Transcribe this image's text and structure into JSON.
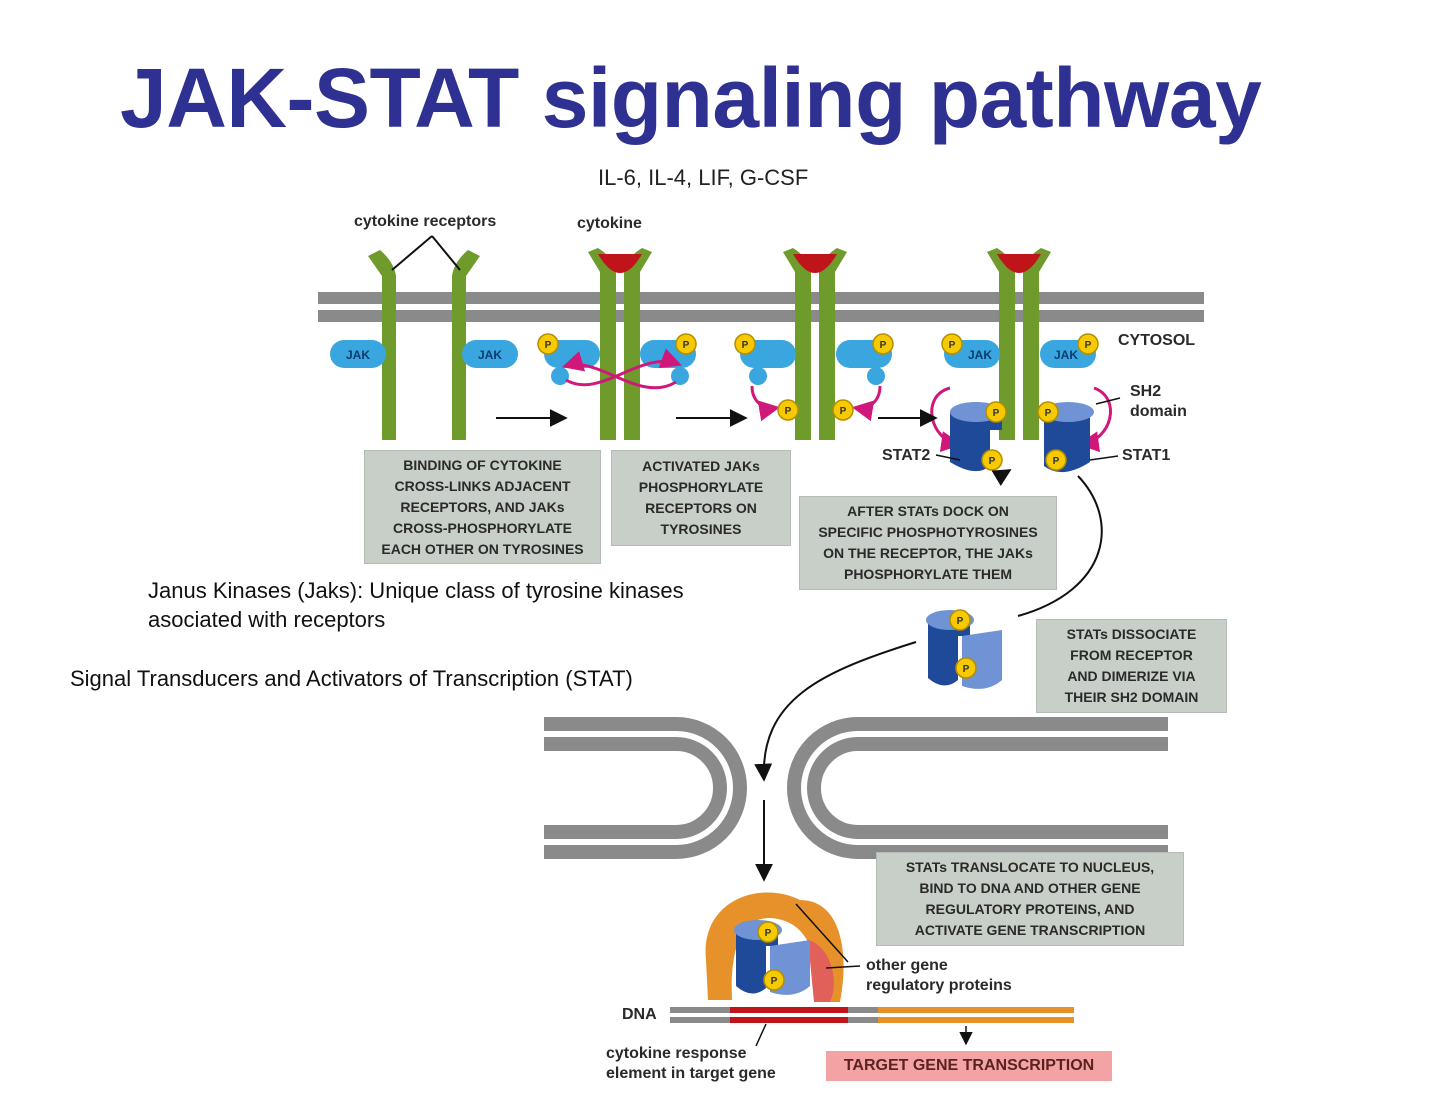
{
  "title": "JAK-STAT signaling pathway",
  "ligands": "IL-6, IL-4, LIF, G-CSF",
  "labels": {
    "cytokine_receptors": "cytokine receptors",
    "cytokine": "cytokine",
    "cytosol": "CYTOSOL",
    "jak": "JAK",
    "p": "P",
    "sh2_line1": "SH2",
    "sh2_line2": "domain",
    "stat2": "STAT2",
    "stat1": "STAT1",
    "other_line1": "other gene",
    "other_line2": "regulatory proteins",
    "dna": "DNA",
    "cre_line1": "cytokine response",
    "cre_line2": "element in target gene"
  },
  "captions": {
    "binding": [
      "BINDING OF CYTOKINE",
      "CROSS-LINKS ADJACENT",
      "RECEPTORS, AND JAKs",
      "CROSS-PHOSPHORYLATE",
      "EACH OTHER ON TYROSINES"
    ],
    "activated": [
      "ACTIVATED JAKs",
      "PHOSPHORYLATE",
      "RECEPTORS ON",
      "TYROSINES"
    ],
    "dock": [
      "AFTER STATs DOCK ON",
      "SPECIFIC PHOSPHOTYROSINES",
      "ON THE RECEPTOR, THE JAKs",
      "PHOSPHORYLATE THEM"
    ],
    "dissociate": [
      "STATs DISSOCIATE",
      "FROM RECEPTOR",
      "AND DIMERIZE VIA",
      "THEIR SH2 DOMAIN"
    ],
    "translocate": [
      "STATs TRANSLOCATE TO NUCLEUS,",
      "BIND TO DNA AND OTHER GENE",
      "REGULATORY PROTEINS, AND",
      "ACTIVATE GENE TRANSCRIPTION"
    ]
  },
  "target_gene": "TARGET GENE TRANSCRIPTION",
  "notes": {
    "jaks": "Janus Kinases (Jaks): Unique class of tyrosine kinases asociated with receptors",
    "stat": "Signal Transducers and Activators of Transcription (STAT)"
  },
  "colors": {
    "title": "#2e3192",
    "receptor": "#6f9a2c",
    "jak": "#3aa6df",
    "stat": "#2c57a4",
    "cytokine": "#c0141b",
    "membrane": "#8a8a8a",
    "phospho": "#f6c900",
    "crosslink": "#d0187a",
    "caption_bg": "#c8cfc9",
    "target_bg": "#f4a3a5"
  }
}
